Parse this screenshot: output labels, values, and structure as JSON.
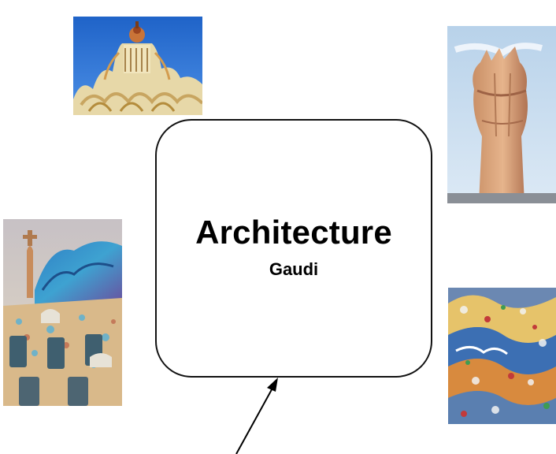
{
  "center_node": {
    "title": "Architecture",
    "subtitle": "Gaudi"
  },
  "images": [
    {
      "name": "casa-vicens-tower-photo"
    },
    {
      "name": "la-pedrera-chimney-photo"
    },
    {
      "name": "casa-batllo-facade-photo"
    },
    {
      "name": "park-guell-mosaic-bench-photo"
    }
  ]
}
